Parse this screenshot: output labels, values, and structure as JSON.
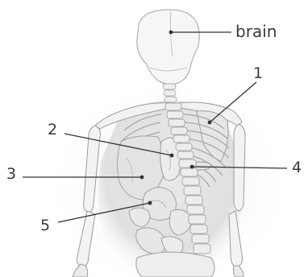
{
  "diagram": {
    "labels": {
      "brain": "brain",
      "l1": "1",
      "l2": "2",
      "l3": "3",
      "l4": "4",
      "l5": "5"
    },
    "colors": {
      "line": "#333333",
      "bone": "#f4f4f4",
      "bone_stroke": "#9a9a9a",
      "organ": "#e2e2e2",
      "shadow": "#d4d4d4"
    }
  }
}
